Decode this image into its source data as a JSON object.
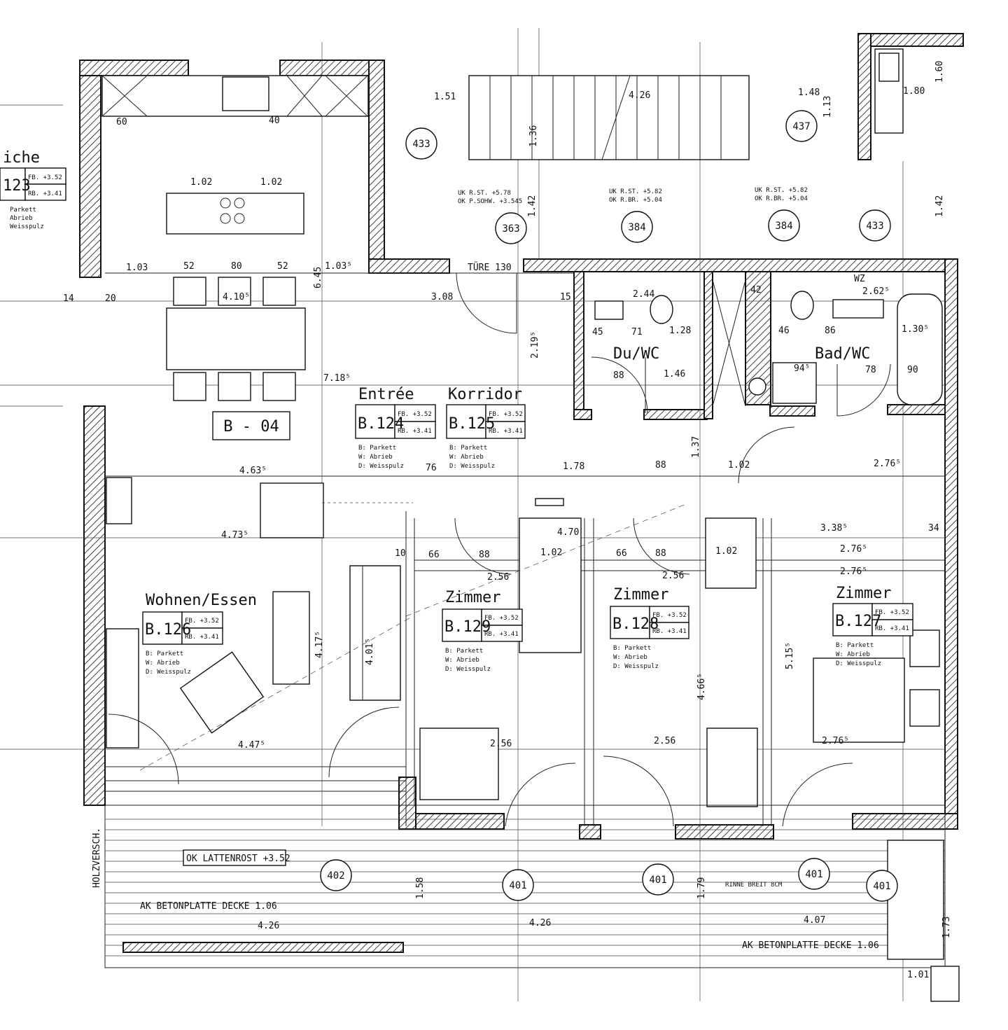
{
  "colors": {
    "ink": "#111111",
    "paper": "#ffffff"
  },
  "rooms": {
    "kueche": {
      "name": "iche",
      "code": "123",
      "fb": "FB. +3.52",
      "rb": "RB. +3.41",
      "floor": "Parkett",
      "wall": "Abrieb",
      "ceiling": "Weisspulz"
    },
    "entree": {
      "name": "Entrée",
      "code": "B.124",
      "fb": "FB. +3.52",
      "rb": "RB. +3.41",
      "b": "B: Parkett",
      "w": "W: Abrieb",
      "d": "D: Weisspulz"
    },
    "korridor": {
      "name": "Korridor",
      "code": "B.125",
      "fb": "FB. +3.52",
      "rb": "RB. +3.41",
      "b": "B: Parkett",
      "w": "W: Abrieb",
      "d": "D: Weisspulz"
    },
    "wohnen": {
      "name": "Wohnen/Essen",
      "code": "B.126",
      "fb": "FB. +3.52",
      "rb": "RB. +3.41",
      "b": "B: Parkett",
      "w": "W: Abrieb",
      "d": "D: Weisspulz"
    },
    "z129": {
      "name": "Zimmer",
      "code": "B.129",
      "fb": "FB. +3.52",
      "rb": "RB. +3.41",
      "b": "B: Parkett",
      "w": "W: Abrieb",
      "d": "D: Weisspulz"
    },
    "z128": {
      "name": "Zimmer",
      "code": "B.128",
      "fb": "FB. +3.52",
      "rb": "RB. +3.41",
      "b": "B: Parkett",
      "w": "W: Abrieb",
      "d": "D: Weisspulz"
    },
    "z127": {
      "name": "Zimmer",
      "code": "B.127",
      "fb": "FB. +3.52",
      "rb": "RB. +3.41",
      "b": "B: Parkett",
      "w": "W: Abrieb",
      "d": "D: Weisspulz"
    },
    "duwc": {
      "name": "Du/WC"
    },
    "badwc": {
      "name": "Bad/WC"
    }
  },
  "unit_label": "B - 04",
  "bubbles": [
    "433",
    "437",
    "363",
    "384",
    "384",
    "433",
    "402",
    "401",
    "401",
    "401",
    "401"
  ],
  "notes": {
    "ukrst1": "UK R.ST. +5.78",
    "okpsohw": "OK P.SOHW. +3.545",
    "ukrst2": "UK R.ST. +5.82",
    "okrbr2": "OK R.BR. +5.04",
    "ukrst3": "UK R.ST. +5.82",
    "okrbr3": "OK R.BR. +5.04",
    "tuere": "TÜRE 130",
    "lattenrost": "OK LATTENROST +3.52",
    "betonplatte1": "AK BETONPLATTE DECKE 1.06",
    "betonplatte2": "AK BETONPLATTE DECKE 1.06",
    "holzversch": "HOLZVERSCH.",
    "rinne": "RINNE BREIT 8CM",
    "wz": "WZ"
  },
  "dims": {
    "d151": "1.51",
    "d426a": "4.26",
    "d148": "1.48",
    "d180": "1.80",
    "d160": "1.60",
    "d102a": "1.02",
    "d102b": "1.02",
    "d103": "1.03",
    "d52a": "52",
    "d80": "80",
    "d52b": "52",
    "d1035": "1.03⁵",
    "d645": "6.45",
    "d4105": "4.10⁵",
    "d308": "3.08",
    "d2195": "2.19⁵",
    "d244": "2.44",
    "d2625": "2.62⁵",
    "d146": "1.46",
    "d7185": "7.18⁵",
    "d4635": "4.63⁵",
    "d178": "1.78",
    "d102c": "1.02",
    "d2765a": "2.76⁵",
    "d4735": "4.73⁵",
    "d470": "4.70",
    "d102d": "1.02",
    "d102e": "1.02",
    "d3385": "3.38⁵",
    "d2765b": "2.76⁵",
    "d2765c": "2.76⁵",
    "d256a": "2.56",
    "d256b": "2.56",
    "d4175": "4.17⁵",
    "d4015": "4.01⁵",
    "d4665": "4.66⁵",
    "d5155": "5.15⁵",
    "d4475": "4.47⁵",
    "d256c": "2.56",
    "d256d": "2.56",
    "d2765d": "2.76⁵",
    "d426b": "4.26",
    "d426c": "4.26",
    "d407": "4.07",
    "d101": "1.01",
    "d142a": "1.42",
    "d142b": "1.42",
    "d137": "1.37",
    "d113": "1.13",
    "d136": "1.36",
    "d179": "1.79",
    "d158": "1.58",
    "d173": "1.73",
    "d88a": "88",
    "d88b": "88",
    "d88c": "88",
    "d88d": "88",
    "d66a": "66",
    "d66b": "66",
    "d76": "76",
    "d60": "60",
    "d40": "40",
    "d20": "20",
    "d14": "14",
    "d10": "10",
    "d15": "15",
    "d34": "34",
    "d42": "42",
    "d46": "46",
    "d86": "86",
    "d71": "71",
    "d128": "1.28",
    "d45": "45",
    "d78": "78",
    "d90": "90",
    "d945": "94⁵",
    "d1305": "1.30⁵"
  }
}
